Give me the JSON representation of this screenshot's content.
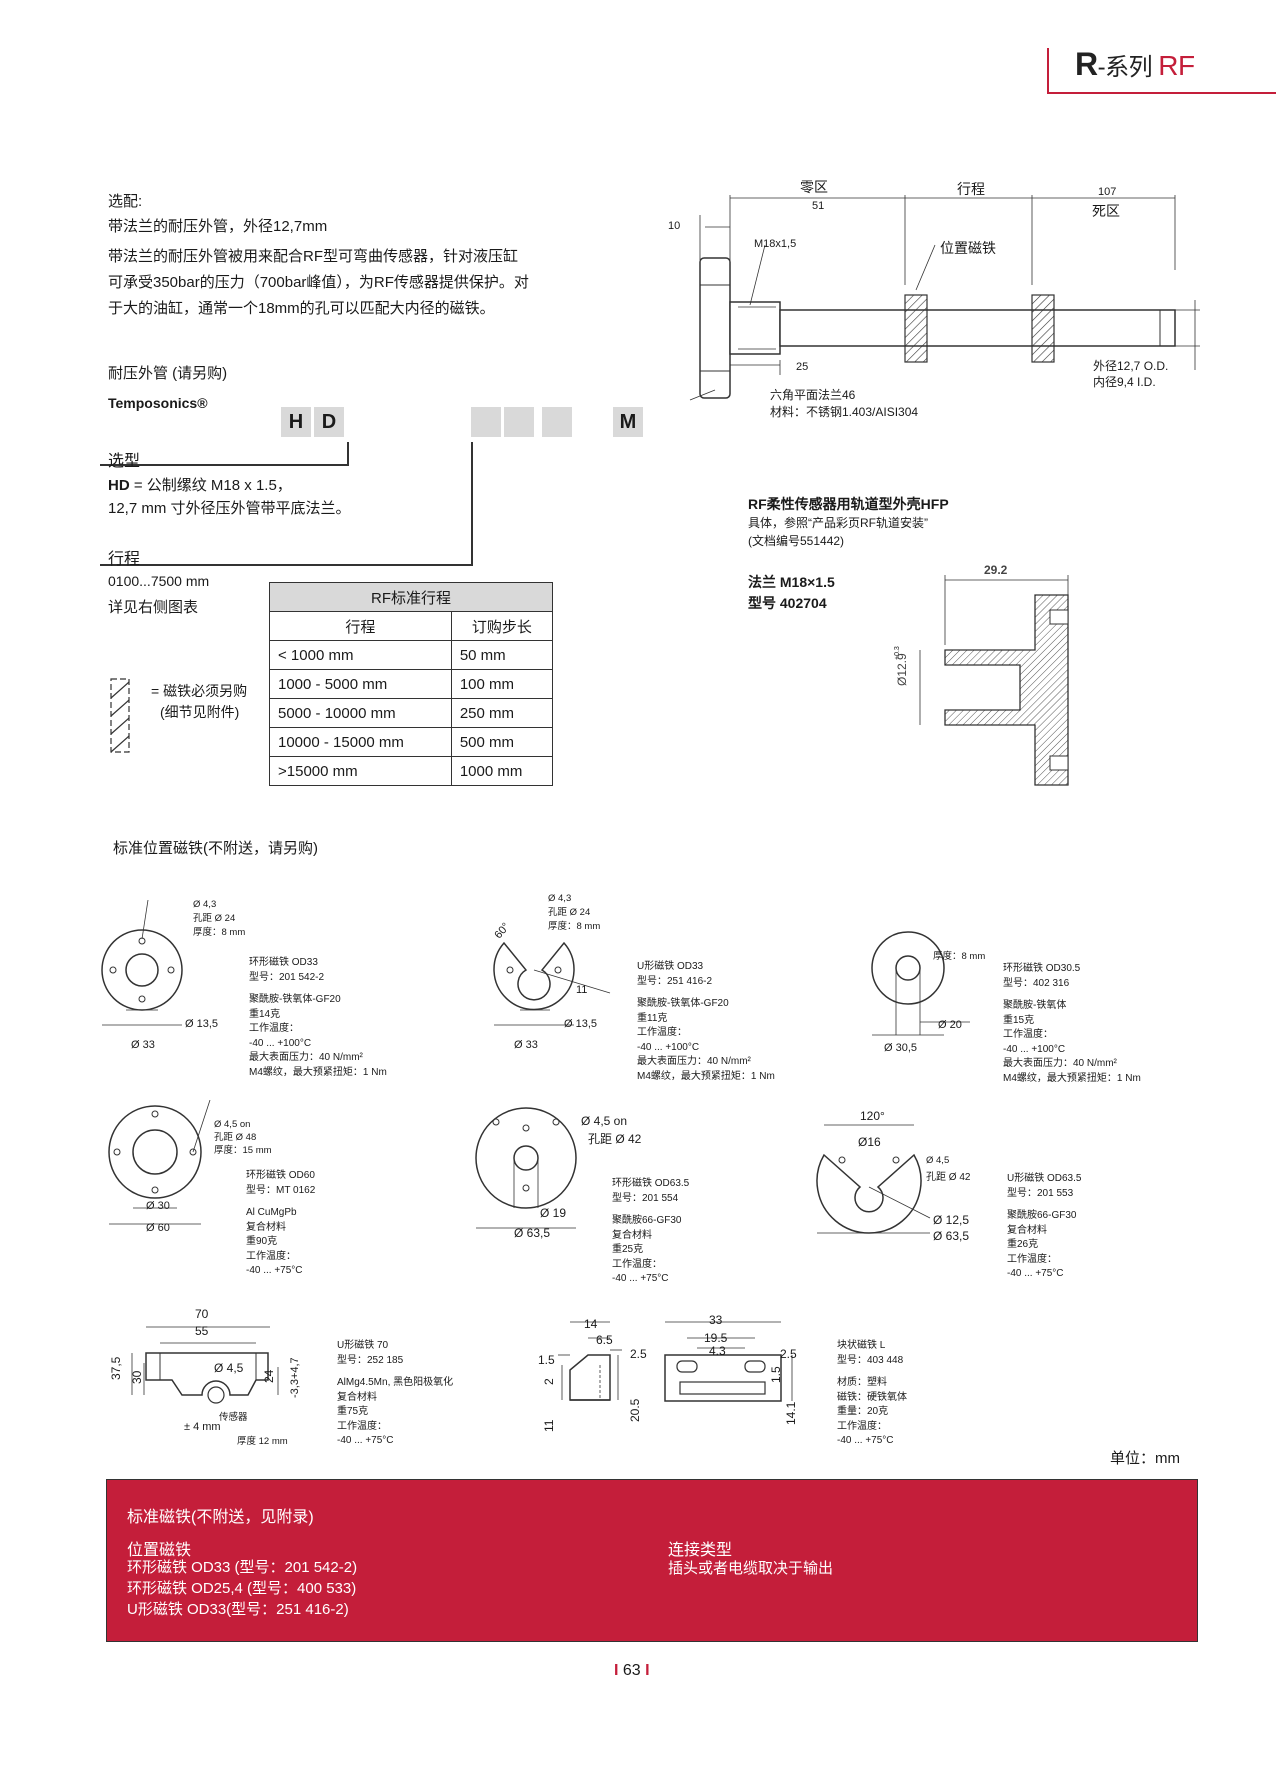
{
  "header": {
    "title_r": "R",
    "title_dash": "-系列 ",
    "title_rf": "RF"
  },
  "intro": {
    "label": "选配:",
    "heading": "带法兰的耐压外管，外径12,7mm",
    "lines": [
      "带法兰的耐压外管被用来配合RF型可弯曲传感器，针对液压缸",
      "可承受350bar的压力（700bar峰值），为RF传感器提供保护。对",
      "于大的油缸，通常一个18mm的孔可以匹配大内径的磁铁。"
    ]
  },
  "order": {
    "title": "耐压外管 (请另购)",
    "brand": "Temposonics®",
    "codes": [
      "H",
      "D",
      "",
      "",
      "",
      "M"
    ],
    "type_label": "选型",
    "type_code": "HD",
    "type_desc1": " = 公制缧纹 M18 x 1.5，",
    "type_desc2": "12,7 mm 寸外径压外管带平底法兰。",
    "stroke_label": "行程",
    "stroke_range": "0100...7500 mm",
    "stroke_note": "详见右侧图表",
    "magnet_note1": "= 磁铁必须另购",
    "magnet_note2": "(细节见附件)"
  },
  "stroke_table": {
    "caption": "RF标准行程",
    "headers": [
      "行程",
      "订购步长"
    ],
    "rows": [
      [
        "< 1000 mm",
        "50 mm"
      ],
      [
        "1000 - 5000 mm",
        "100 mm"
      ],
      [
        "5000 - 10000 mm",
        "250 mm"
      ],
      [
        "10000 - 15000 mm",
        "500 mm"
      ],
      [
        ">15000 mm",
        "1000 mm"
      ]
    ]
  },
  "pipe_drawing": {
    "zero_zone": "零区",
    "zero_val": "51",
    "stroke": "行程",
    "dead_val": "107",
    "dead_zone": "死区",
    "d10": "10",
    "thread": "M18x1,5",
    "pos_magnet": "位置磁铁",
    "d25": "25",
    "od": "外径12,7 O.D.",
    "id": "内径9,4 I.D.",
    "flange": "六角平面法兰46",
    "material": "材料：不锈钢1.403/AISI304"
  },
  "hfp": {
    "title": "RF柔性传感器用轨道型外壳HFP",
    "line1": "具体，参照“产品彩页RF轨道安装”",
    "line2": "(文档编号551442)",
    "flange": "法兰 M18×1.5",
    "model": "型号 402704",
    "dim_292": "29.2",
    "dim_129": "Ø12.9",
    "tol": "+0.3"
  },
  "magnets_title": "标准位置磁铁(不附送，请另购)",
  "magnets": [
    {
      "lines": [
        "环形磁铁 OD33",
        "型号：201 542-2",
        "",
        "聚酰胺-铁氧体-GF20",
        "重14克",
        "工作温度：",
        "-40 ... +100°C",
        "最大表面压力：40 N/mm²",
        "M4螺纹，最大预紧扭矩：1 Nm"
      ],
      "dims": [
        "Ø 4,3",
        "孔距 Ø 24",
        "厚度：8 mm",
        "Ø 13,5",
        "Ø 33"
      ]
    },
    {
      "lines": [
        "U形磁铁 OD33",
        "型号：251 416-2",
        "",
        "聚酰胺-铁氧体-GF20",
        "重11克",
        "工作温度：",
        "-40 ... +100°C",
        "最大表面压力：40 N/mm²",
        "M4螺纹，最大预紧扭矩：1 Nm"
      ],
      "dims": [
        "Ø 4,3",
        "孔距 Ø 24",
        "厚度：8 mm",
        "60°",
        "11",
        "Ø 13,5",
        "Ø 33"
      ]
    },
    {
      "lines": [
        "环形磁铁 OD30.5",
        "型号：402 316",
        "",
        "聚酰胺-铁氧体",
        "重15克",
        "工作温度：",
        "-40 ... +100°C",
        "最大表面压力：40 N/mm²",
        "M4螺纹，最大预紧扭矩：1 Nm"
      ],
      "dims": [
        "厚度：8 mm",
        "Ø 20",
        "Ø 30,5"
      ]
    },
    {
      "lines": [
        "环形磁铁 OD60",
        "型号：MT 0162",
        "",
        "Al CuMgPb",
        "复合材料",
        "重90克",
        "工作温度：",
        "-40 ... +75°C"
      ],
      "dims": [
        "Ø 4,5 on",
        "孔距 Ø 48",
        "厚度：15 mm",
        "Ø 30",
        "Ø 60"
      ]
    },
    {
      "lines": [
        "环形磁铁 OD63.5",
        "型号：201 554",
        "",
        "聚酰胺66-GF30",
        "复合材料",
        "重25克",
        "工作温度：",
        "-40 ... +75°C"
      ],
      "dims": [
        "Ø 4,5 on",
        "孔距 Ø 42",
        "Ø 19",
        "Ø 63,5"
      ]
    },
    {
      "lines": [
        "U形磁铁 OD63.5",
        "型号：201 553",
        "",
        "聚酰胺66-GF30",
        "复合材料",
        "重26克",
        "工作温度：",
        "-40 ... +75°C"
      ],
      "dims": [
        "120°",
        "Ø16",
        "Ø 4,5",
        "孔距 Ø 42",
        "Ø 12,5",
        "Ø 63,5"
      ]
    },
    {
      "lines": [
        "U形磁铁 70",
        "型号：252 185",
        "",
        "AlMg4.5Mn, 黑色阳极氧化",
        "复合材料",
        "重75克",
        "工作温度：",
        "-40 ... +75°C"
      ],
      "dims": [
        "70",
        "55",
        "37,5",
        "30",
        "Ø 4,5",
        "24",
        "-3,3+4,7",
        "传感器",
        "± 4 mm",
        "厚度 12 mm"
      ]
    },
    {
      "lines": [
        "块状磁铁 L",
        "型号：403 448",
        "",
        "材质：塑料",
        "磁铁：硬铁氧体",
        "重量：20克",
        "工作温度：",
        "-40 ... +75°C"
      ],
      "dims": [
        "14",
        "6.5",
        "2.5",
        "1.5",
        "2",
        "11",
        "20.5",
        "33",
        "19.5",
        "4.3",
        "2.5",
        "1.5",
        "14.1"
      ]
    }
  ],
  "unit": "单位：mm",
  "redbox": {
    "title": "标准磁铁(不附送，见附录)",
    "left_head": "位置磁铁",
    "left_items": [
      "环形磁铁 OD33 (型号：201 542-2)",
      "环形磁铁 OD25,4 (型号：400 533)",
      "U形磁铁 OD33(型号：251 416-2)"
    ],
    "right_head": "连接类型",
    "right_text": "插头或者电缆取决于输出"
  },
  "page_number": "63"
}
